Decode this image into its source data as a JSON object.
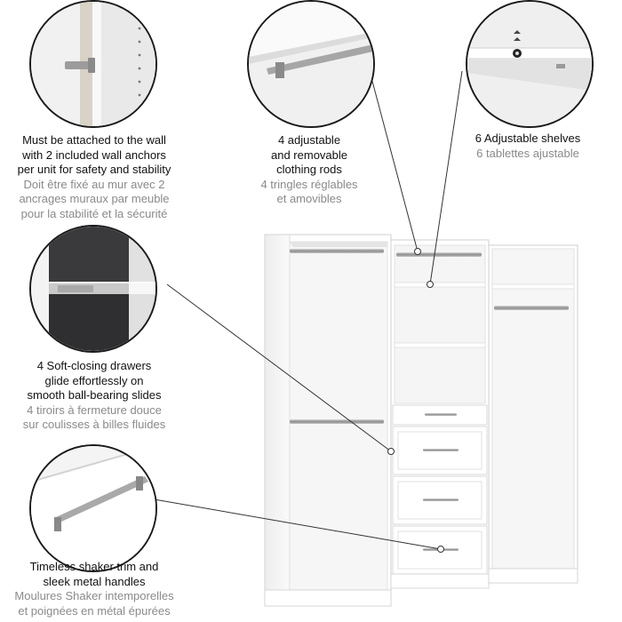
{
  "features": [
    {
      "id": "wall-anchor",
      "en": [
        "Must be attached to the wall",
        "with 2 included wall anchors",
        "per unit for safety and stability"
      ],
      "fr": [
        "Doit être fixé au mur avec 2",
        "ancrages muraux par meuble",
        "pour la stabilité et la sécurité"
      ]
    },
    {
      "id": "clothing-rods",
      "en": [
        "4 adjustable",
        "and removable",
        "clothing rods"
      ],
      "fr": [
        "4 tringles réglables",
        "et amovibles"
      ]
    },
    {
      "id": "shelves",
      "en": [
        "6 Adjustable shelves"
      ],
      "fr": [
        "6 tablettes ajustable"
      ]
    },
    {
      "id": "drawers",
      "en": [
        "4 Soft-closing drawers",
        "glide effortlessly on",
        "smooth ball-bearing slides"
      ],
      "fr": [
        "4 tiroirs à fermeture douce",
        "sur coulisses à billes fluides"
      ]
    },
    {
      "id": "handles",
      "en": [
        "Timeless shaker trim and",
        "sleek metal handles"
      ],
      "fr": [
        "Moulures Shaker intemporelles",
        "et poignées en métal épurées"
      ]
    }
  ],
  "colors": {
    "background": "#ffffff",
    "english_text": "#111111",
    "french_text": "#8a8a8a",
    "leader_line": "#333333",
    "cabinet_white": "#ffffff",
    "cabinet_shadow": "#e6e6e6",
    "drawer_interior": "#3a3a3d",
    "metal": "#9a9a9a"
  }
}
